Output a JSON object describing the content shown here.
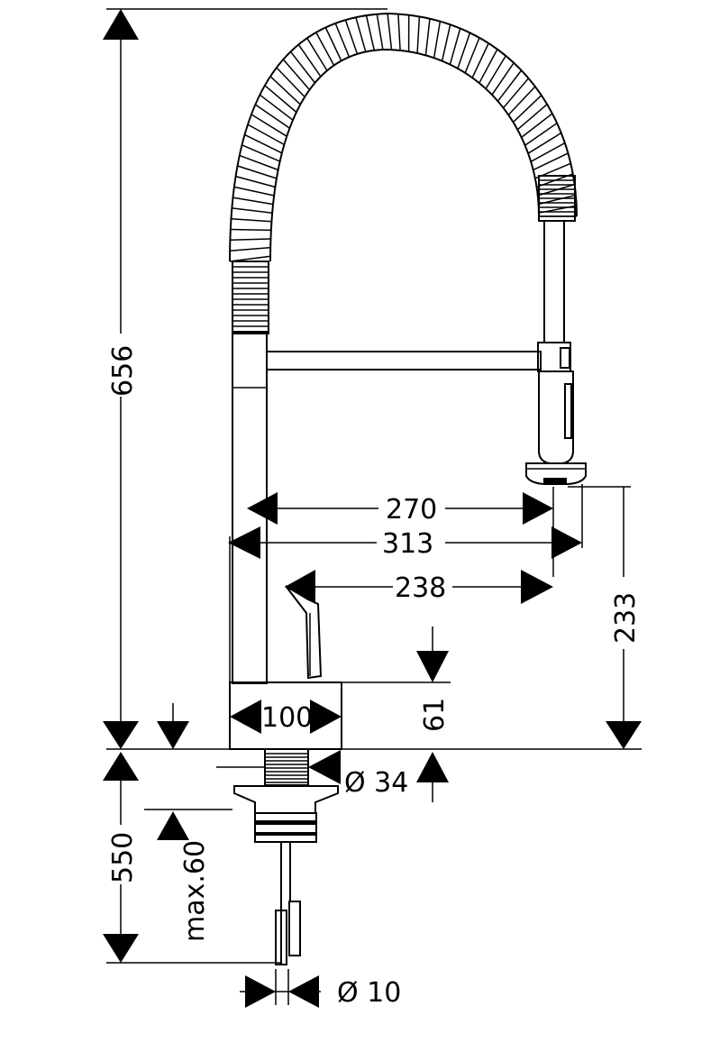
{
  "dimensions": {
    "total_height": "656",
    "under_counter": "550",
    "max_counter": "max.60",
    "reach_270": "270",
    "reach_313": "313",
    "reach_238": "238",
    "spout_height": "233",
    "lever_61": "61",
    "base_100": "100",
    "shank_dia": "Ø 34",
    "hose_dia": "Ø 10"
  }
}
